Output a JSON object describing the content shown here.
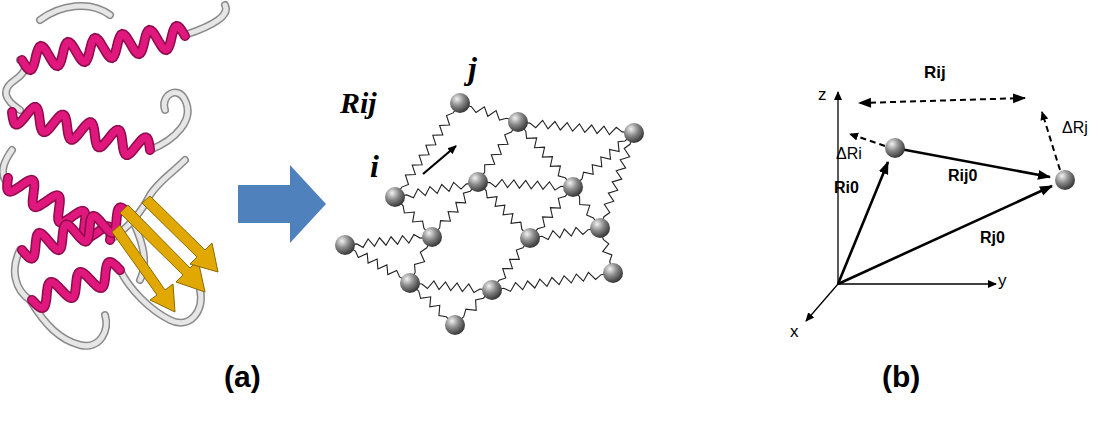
{
  "diagram": {
    "labels": [
      "i",
      "j",
      "Rij",
      "(a)",
      "(b)",
      "z",
      "x",
      "y",
      "Rij",
      "ΔRi",
      "ΔRj",
      "Ri0",
      "Rij0",
      "Rj0"
    ]
  }
}
